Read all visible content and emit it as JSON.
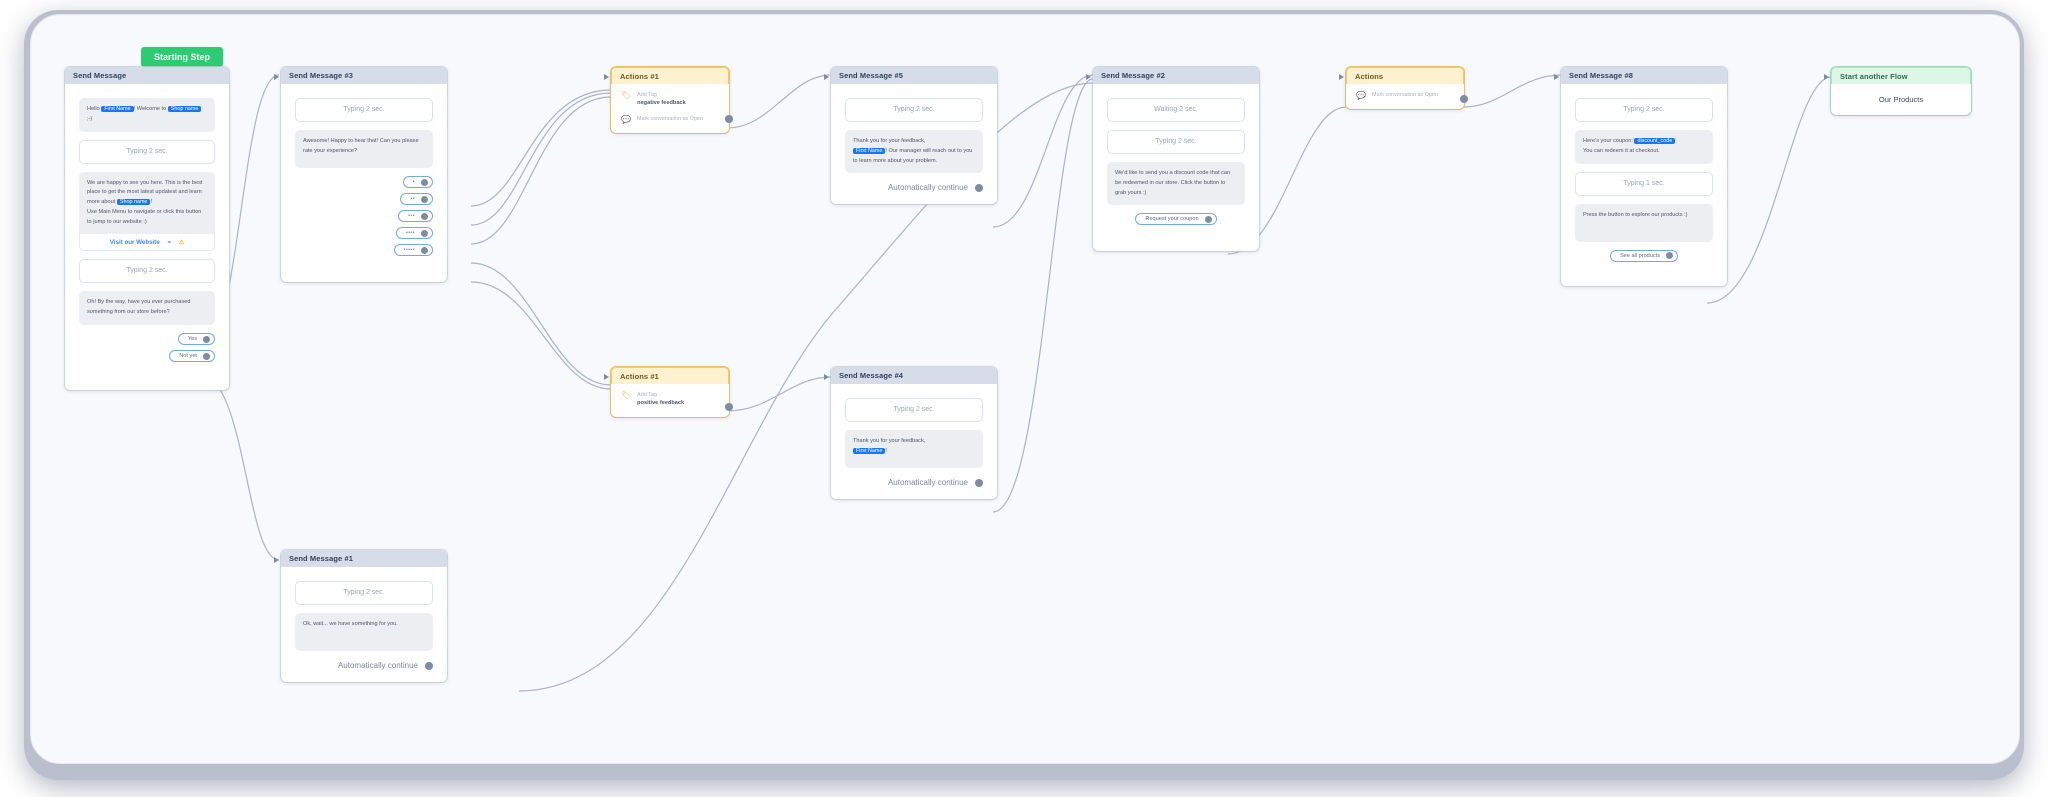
{
  "canvas": {
    "starting_step_label": "Starting Step",
    "accent_green": "#2ecc71",
    "accent_blue": "#1877f2",
    "accent_yellow": "#f0c96a",
    "connector_color": "#a9b4c8",
    "background": "#f7f9fc"
  },
  "nodes": {
    "send_message": {
      "title": "Send Message",
      "bubble1": {
        "pre": "Hello ",
        "var": "First Name",
        "post": "! Welcome to ",
        "var2": "Shop name",
        "tail": " ;-)"
      },
      "typing1": "Typing 2 sec.",
      "bubble2_line1": "We are happy to see you here. This is the best place to get the most latest updatest and learn more about ",
      "bubble2_var": "Shop name",
      "bubble2_line1_end": "!",
      "bubble2_line2": "Use Main Menu to navigate or click this button to jump to our website :)",
      "attach_button_label": "Visit our Website",
      "attach_icon_link": "link-icon",
      "attach_icon_warning": "warning-icon",
      "typing2": "Typing 2 sec.",
      "bubble3": "Oh! By the way, have you ever purchased something from our store before?",
      "reply_yes": "Yes",
      "reply_not_yet": "Not yet"
    },
    "send_message_3": {
      "title": "Send Message #3",
      "typing1": "Typing 2 sec.",
      "bubble1": "Awesome! Happy to hear that! Can you please rate your experience?",
      "ratings": [
        {
          "stars": "•",
          "count": 1
        },
        {
          "stars": "••",
          "count": 2
        },
        {
          "stars": "•••",
          "count": 3
        },
        {
          "stars": "••••",
          "count": 4
        },
        {
          "stars": "•••••",
          "count": 5
        }
      ]
    },
    "actions_1_negative": {
      "title": "Actions #1",
      "row1_label": "Add Tag",
      "row1_value": "negative feedback",
      "row2_label": "Mark conversation as Open"
    },
    "actions_1_positive": {
      "title": "Actions #1",
      "row1_label": "Add Tag",
      "row1_value": "positive feedback"
    },
    "actions_plain": {
      "title": "Actions",
      "row1_label": "Mark conversation as Open"
    },
    "send_message_5": {
      "title": "Send Message #5",
      "typing1": "Typing 2 sec.",
      "bubble_pre": "Thank you for your feedback, ",
      "bubble_var": "First Name",
      "bubble_post": "! Our manager will reach out to you to learn more about your problem.",
      "footer": "Automatically continue"
    },
    "send_message_4": {
      "title": "Send Message #4",
      "typing1": "Typing 2 sec.",
      "bubble_pre": "Thank you for your feedback, ",
      "bubble_var": "First Name",
      "bubble_post": "!",
      "footer": "Automatically continue"
    },
    "send_message_2": {
      "title": "Send Message #2",
      "waiting1": "Waiting 2 sec.",
      "typing1": "Typing 2 sec.",
      "bubble1": "We'd like to send you a discount code that can be redeemed in our store. Click the button to grab yours :)",
      "button_label": "Request your coupon"
    },
    "send_message_8": {
      "title": "Send Message #8",
      "typing1": "Typing 2 sec.",
      "bubble1_pre": "Here's your coupon: ",
      "bubble1_var": "discount_code",
      "bubble1_post": "You can redeem it at checkout.",
      "typing2": "Typing 1 sec.",
      "bubble2": "Press the button to explore our products :)",
      "button_label": "See all products"
    },
    "send_message_1": {
      "title": "Send Message #1",
      "typing1": "Typing 2 sec.",
      "bubble1": "Ok, wait... we have something for you.",
      "footer": "Automatically continue"
    },
    "start_another_flow": {
      "title": "Start another Flow",
      "flow_name": "Our Products"
    }
  }
}
